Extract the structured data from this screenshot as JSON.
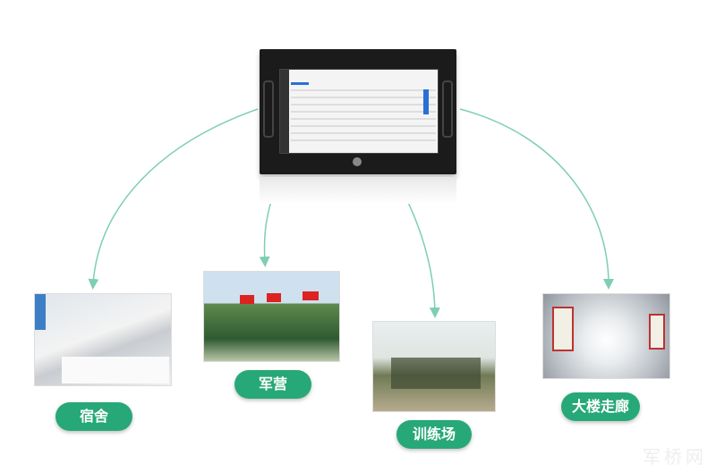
{
  "diagram": {
    "center_node": "server-rack-monitor",
    "locations": [
      {
        "id": "dormitory",
        "label": "宿舍"
      },
      {
        "id": "barracks",
        "label": "军营"
      },
      {
        "id": "training-ground",
        "label": "训练场"
      },
      {
        "id": "building-corridor",
        "label": "大楼走廊"
      }
    ],
    "arrow_color": "#7ecfb2",
    "pill_color": "#27a878"
  },
  "watermark": "军桥网"
}
